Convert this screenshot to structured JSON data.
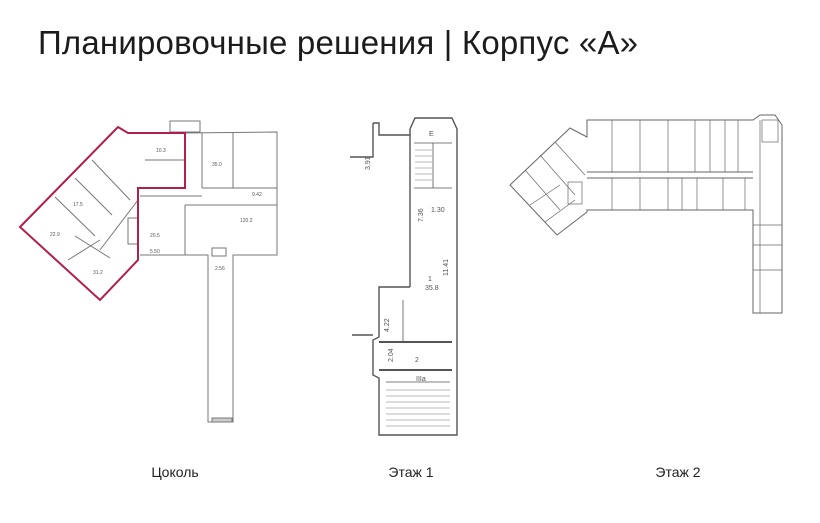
{
  "page": {
    "title": "Планировочные решения | Корпус «А»"
  },
  "plans": [
    {
      "caption": "Цоколь",
      "highlight_color": "#b0204a",
      "labels": [
        "10.3",
        "20.5",
        "35.0",
        "120.2",
        "31.2",
        "22.9",
        "17.5",
        "9.42",
        "5.50",
        "2.56"
      ]
    },
    {
      "caption": "Этаж 1",
      "labels": [
        "E",
        "3.91",
        "7.36",
        "1.30",
        "11.41",
        "1",
        "35.8",
        "4.22",
        "2.04",
        "2",
        "IIIa"
      ]
    },
    {
      "caption": "Этаж 2"
    }
  ]
}
